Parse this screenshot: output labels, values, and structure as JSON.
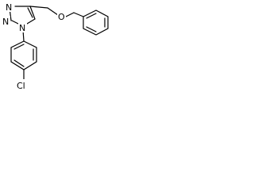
{
  "molecule": {
    "atoms": {
      "n_top": "N",
      "n_mid": "N",
      "n_sub": "N",
      "o_ether": "O",
      "cl": "Cl"
    }
  }
}
